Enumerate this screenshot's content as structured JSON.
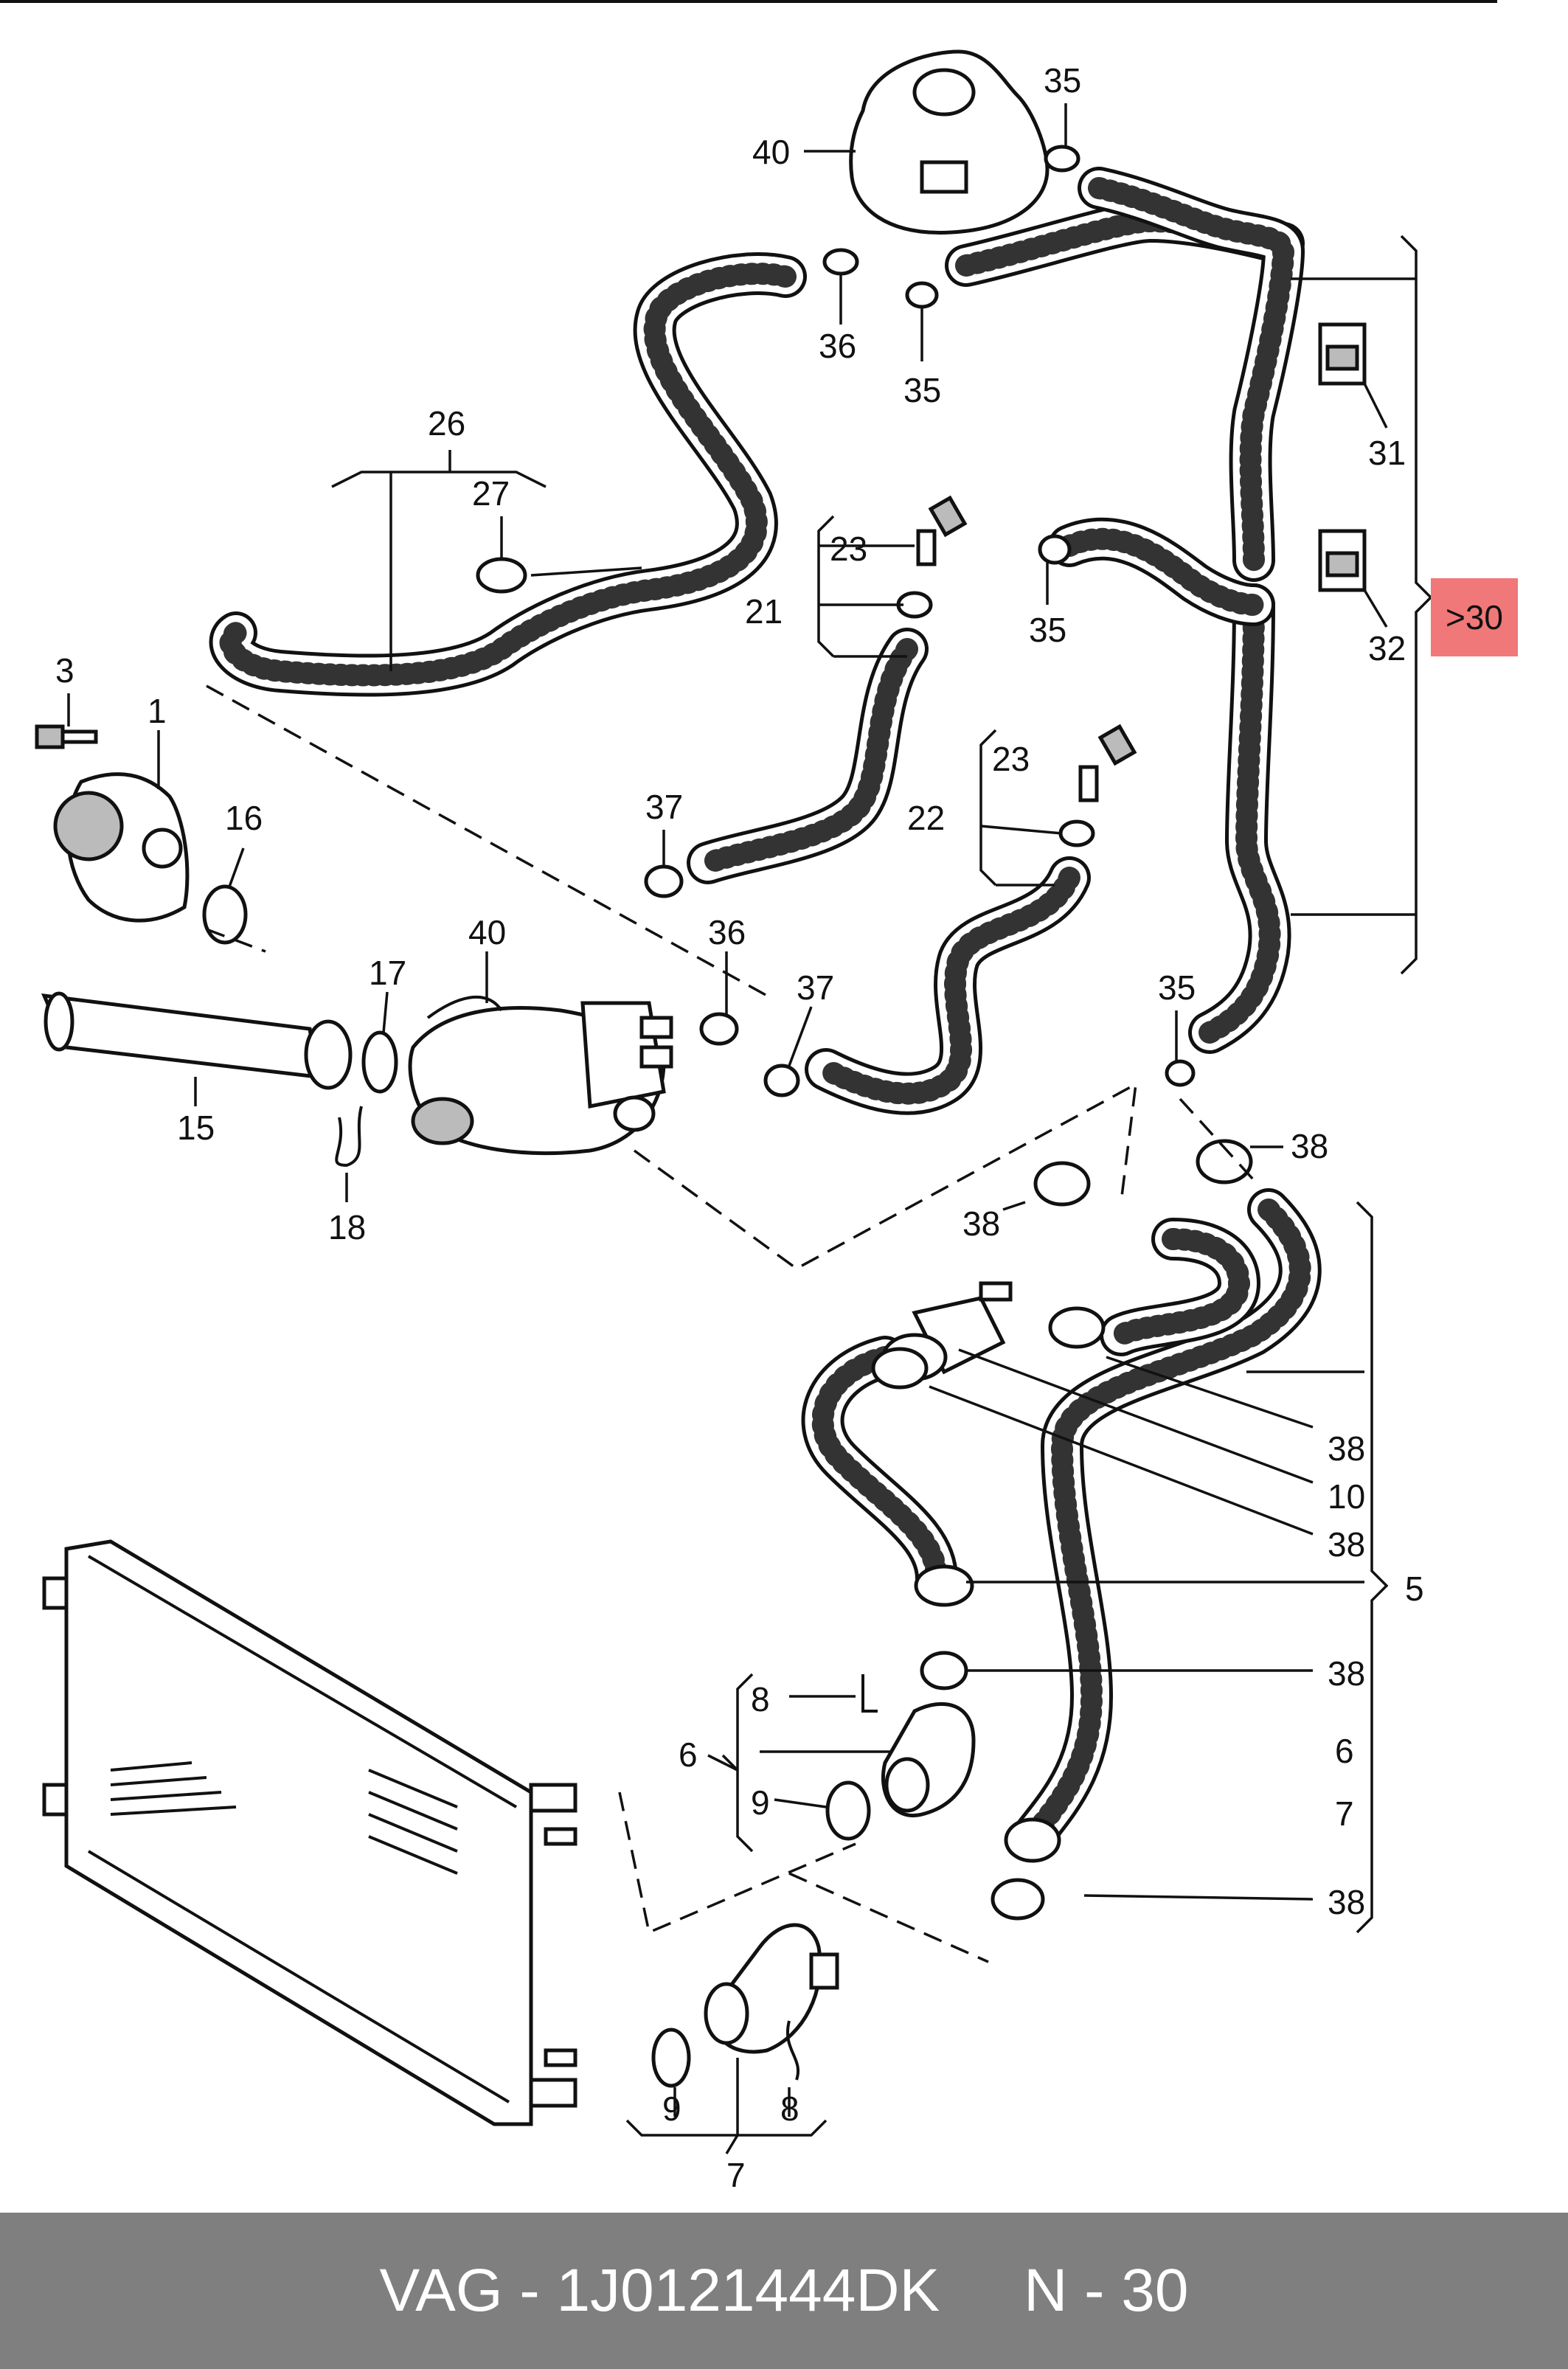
{
  "diagram": {
    "labels": {
      "tank": "40",
      "clamp_top_right": "35",
      "clamp_tank_left": "36",
      "clamp_tank_right": "35",
      "hose_group_top": "26",
      "hose_clamp_top": "27",
      "hose_group_21": "21",
      "connector_21": "23",
      "clamp_mid": "35",
      "bracket_a": "31",
      "bracket_b": "32",
      "group_30_ref": "30",
      "bolt": "3",
      "water_pump": "1",
      "oring_pump": "16",
      "hose_group_22": "22",
      "connector_22": "23",
      "clamp_37_a": "37",
      "flange_17": "17",
      "housing": "40",
      "clamp_36_b": "36",
      "clamp_37_b": "37",
      "clamp_35_c": "35",
      "pipe_15": "15",
      "clip_18": "18",
      "clamp_38_a": "38",
      "clamp_38_b": "38",
      "clamp_38_c": "38",
      "flange_10": "10",
      "clamp_38_d": "38",
      "hose_group_5": "5",
      "clamp_38_e": "38",
      "group_6_left": "6",
      "clip_8_a": "8",
      "oring_9_a": "9",
      "group_6_right": "6",
      "group_7_right": "7",
      "clamp_38_f": "38",
      "oring_9_b": "9",
      "clip_8_b": "8",
      "group_7_bottom": "7"
    }
  },
  "highlight": {
    "text": "30",
    "color": "#f07878"
  },
  "footer": {
    "text": "VAG - 1J0121444DK     N - 30",
    "background": "#7f7f7f",
    "color": "#ffffff"
  }
}
